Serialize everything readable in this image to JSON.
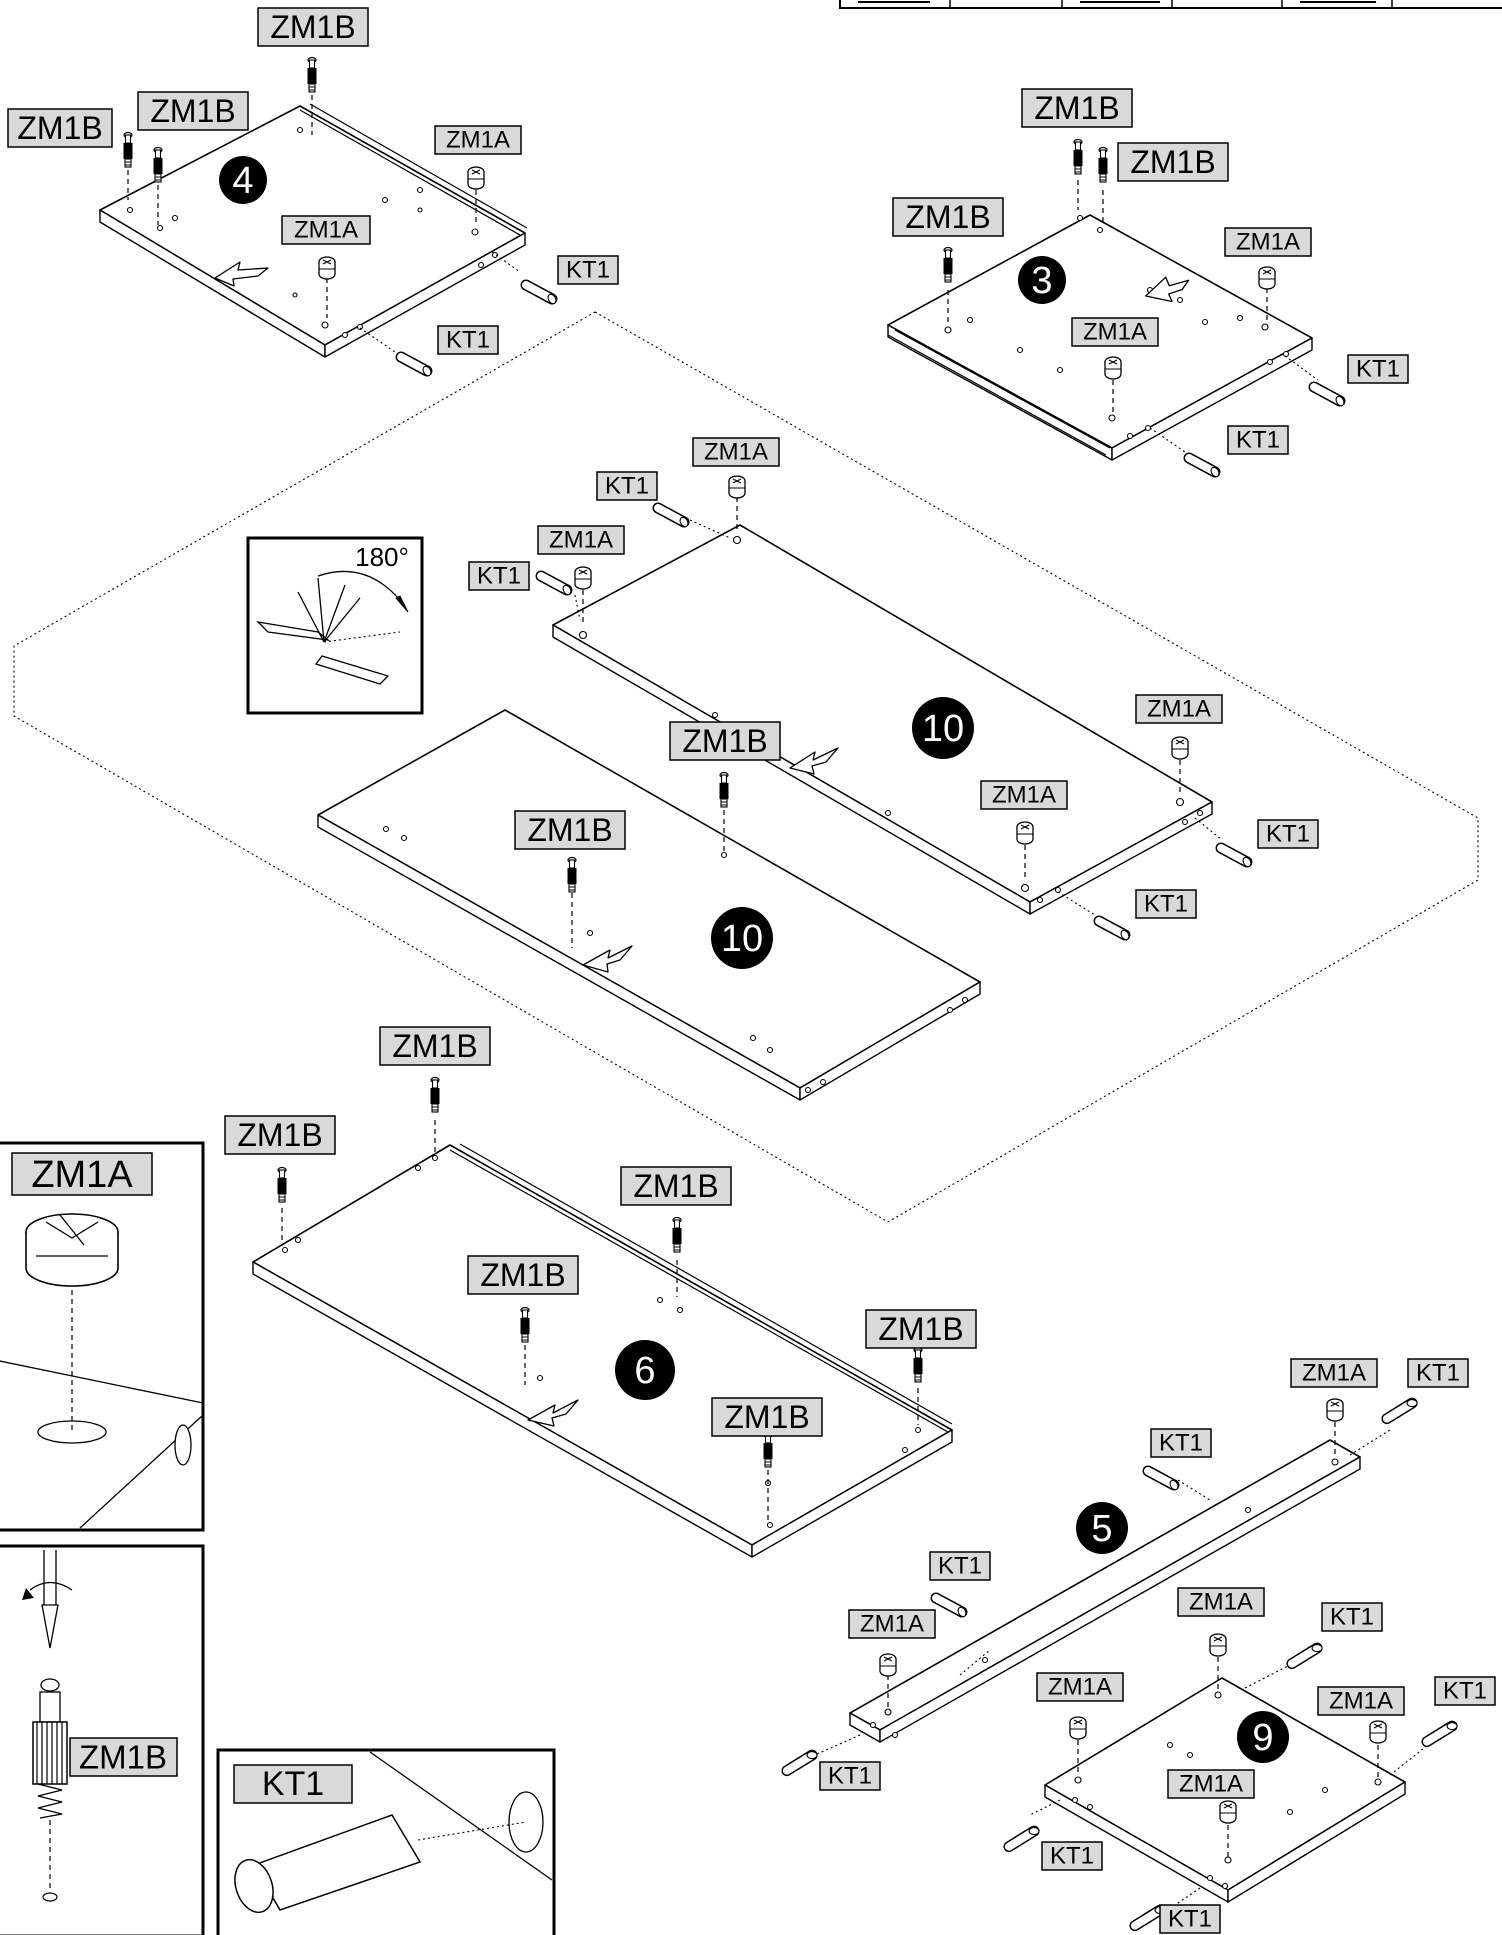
{
  "panels": {
    "p4": "4",
    "p3": "3",
    "p10a": "10",
    "p10b": "10",
    "p6": "6",
    "p5": "5",
    "p9": "9"
  },
  "parts": {
    "cam_lock": "ZM1A",
    "cam_bolt": "ZM1B",
    "dowel": "KT1"
  },
  "rotation_note": "180°"
}
